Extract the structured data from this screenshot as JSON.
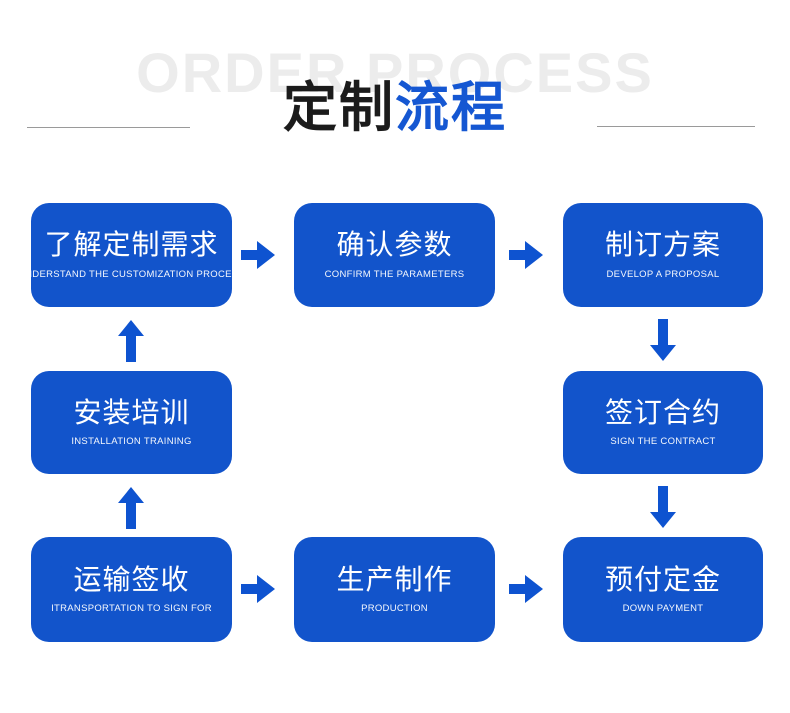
{
  "header": {
    "watermark": "ORDER PROCESS",
    "title": {
      "black": "定制",
      "accent": "流程"
    }
  },
  "steps": [
    {
      "title": "了解定制需求",
      "subtitle": "UNDERSTAND THE CUSTOMIZATION PROCESS"
    },
    {
      "title": "确认参数",
      "subtitle": "CONFIRM THE PARAMETERS"
    },
    {
      "title": "制订方案",
      "subtitle": "DEVELOP A PROPOSAL"
    },
    {
      "title": "安装培训",
      "subtitle": "INSTALLATION TRAINING"
    },
    {
      "title": "签订合约",
      "subtitle": "SIGN THE CONTRACT"
    },
    {
      "title": "运输签收",
      "subtitle": "ITRANSPORTATION TO SIGN FOR"
    },
    {
      "title": "生产制作",
      "subtitle": "PRODUCTION"
    },
    {
      "title": "预付定金",
      "subtitle": "DOWN PAYMENT"
    }
  ],
  "flow_connections": [
    {
      "from": "了解定制需求",
      "to": "确认参数",
      "direction": "right"
    },
    {
      "from": "确认参数",
      "to": "制订方案",
      "direction": "right"
    },
    {
      "from": "制订方案",
      "to": "签订合约",
      "direction": "down"
    },
    {
      "from": "签订合约",
      "to": "预付定金",
      "direction": "down"
    },
    {
      "from": "运输签收",
      "to": "生产制作",
      "direction": "right"
    },
    {
      "from": "生产制作",
      "to": "预付定金",
      "direction": "right"
    },
    {
      "from": "运输签收",
      "to": "安装培训",
      "direction": "up"
    },
    {
      "from": "安装培训",
      "to": "了解定制需求",
      "direction": "up"
    }
  ],
  "colors": {
    "box_blue": "#1254cb",
    "arrow_blue": "#0e53d0",
    "title_accent_blue": "#1557d2",
    "title_black": "#1b1b1b",
    "watermark_gray": "#ececec",
    "divider_gray": "#9a9a9a",
    "box_text": "#ffffff"
  }
}
